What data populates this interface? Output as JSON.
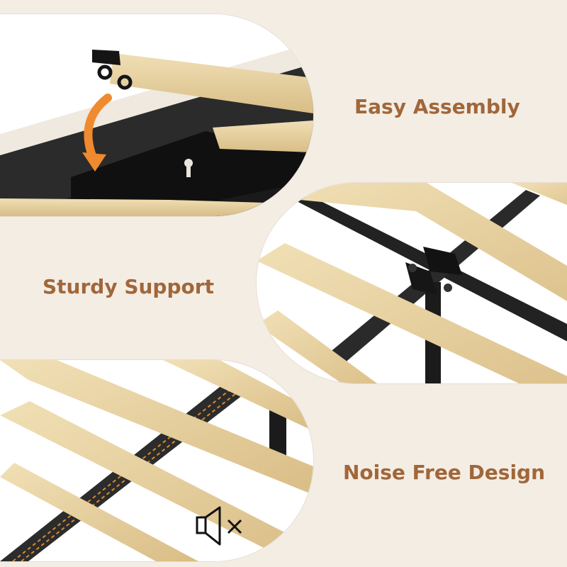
{
  "features": [
    {
      "label": "Easy Assembly",
      "icon": "arrow-icon"
    },
    {
      "label": "Sturdy Support",
      "icon": "bracket-icon"
    },
    {
      "label": "Noise Free Design",
      "icon": "speaker-muted-icon"
    }
  ],
  "colors": {
    "background": "#f4ede4",
    "label": "#a0673a",
    "wood": "#e7d2a4",
    "steel": "#2a2a2a",
    "accent_arrow": "#f08a2e",
    "stitching": "#d9892e"
  }
}
